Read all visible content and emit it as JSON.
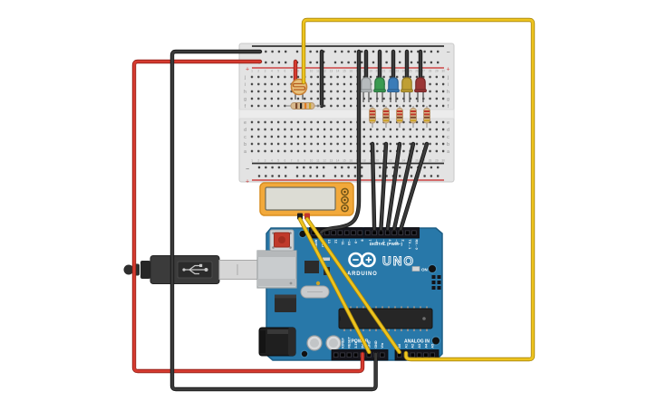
{
  "canvas": {
    "background": "#ffffff",
    "tool": "circuit-canvas"
  },
  "breadboard": {
    "rows_top": [
      "j",
      "i",
      "h",
      "g",
      "f"
    ],
    "rows_bottom": [
      "e",
      "d",
      "c",
      "b",
      "a"
    ],
    "column_count": 30,
    "rail_negative_sign": "−",
    "rail_positive_sign": "+"
  },
  "arduino": {
    "brand": "ARDUINO",
    "model": "UNO",
    "on_label": "ON",
    "digital_label": "DIGITAL (PWM~)",
    "power_label": "POWER",
    "analog_label": "ANALOG IN",
    "digital_pins_left": [
      "AREF",
      "GND",
      "13",
      "12",
      "~11",
      "~10",
      "~9",
      "8"
    ],
    "digital_pins_right": [
      "7",
      "~6",
      "~5",
      "4",
      "~3",
      "2",
      "TX→1",
      "RX←0"
    ],
    "power_pins": [
      "",
      "IOREF",
      "RESET",
      "3.3V",
      "5V",
      "GND",
      "GND",
      "Vin"
    ],
    "analog_pins": [
      "A0",
      "A1",
      "A2",
      "A3",
      "A4",
      "A5"
    ]
  },
  "multimeter": {
    "display": "",
    "mode_buttons": 3
  },
  "photoresistor": {
    "name": "photoresistor"
  },
  "leds": [
    {
      "name": "white",
      "hex": "#b6bbbd",
      "stroke": "#8e9395"
    },
    {
      "name": "green",
      "hex": "#3a9a50",
      "stroke": "#2b7340"
    },
    {
      "name": "blue",
      "hex": "#3a7cb8",
      "stroke": "#2c5f8e"
    },
    {
      "name": "yellow",
      "hex": "#bf9f33",
      "stroke": "#937a24"
    },
    {
      "name": "red",
      "hex": "#9b3636",
      "stroke": "#752828"
    }
  ],
  "led_resistors": {
    "count": 5,
    "bands": [
      "red",
      "red",
      "brown",
      "gold"
    ]
  },
  "divider_resistor": {
    "bands": [
      "brown",
      "black",
      "orange",
      "gold"
    ]
  },
  "usb_cable": {
    "name": "USB cable"
  },
  "wires": [
    {
      "id": "w-led-gnd-1",
      "color": "black",
      "from": "white LED cathode",
      "to": "breadboard − rail"
    },
    {
      "id": "w-led-gnd-2",
      "color": "black",
      "from": "green LED cathode",
      "to": "breadboard − rail"
    },
    {
      "id": "w-led-gnd-3",
      "color": "black",
      "from": "blue LED cathode",
      "to": "breadboard − rail"
    },
    {
      "id": "w-led-gnd-4",
      "color": "black",
      "from": "yellow LED cathode",
      "to": "breadboard − rail"
    },
    {
      "id": "w-led-gnd-5",
      "color": "black",
      "from": "red LED cathode",
      "to": "breadboard − rail"
    },
    {
      "id": "w-ldr-pwr",
      "color": "red",
      "from": "breadboard + rail",
      "to": "photoresistor"
    },
    {
      "id": "w-div-gnd",
      "color": "black",
      "from": "breadboard − rail",
      "to": "divider resistor"
    },
    {
      "id": "w-5v",
      "color": "red",
      "from": "Arduino 5V",
      "to": "breadboard + rail"
    },
    {
      "id": "w-gnd",
      "color": "black",
      "from": "Arduino GND",
      "to": "breadboard − rail"
    },
    {
      "id": "w-rail-gnd",
      "color": "black",
      "from": "breadboard − rail",
      "to": "Arduino GND (digital header)"
    },
    {
      "id": "w-ldr-a1",
      "color": "yellow",
      "from": "photoresistor",
      "to": "Arduino A1"
    },
    {
      "id": "w-probe-neg",
      "color": "yellow",
      "from": "multimeter COM probe",
      "to": "Arduino GND (power header)"
    },
    {
      "id": "w-probe-pos",
      "color": "yellow",
      "from": "multimeter + probe",
      "to": "Arduino A0"
    },
    {
      "id": "w-pin6",
      "color": "black",
      "from": "Arduino pin 6",
      "to": "white LED resistor"
    },
    {
      "id": "w-pin5",
      "color": "black",
      "from": "Arduino pin 5",
      "to": "green LED resistor"
    },
    {
      "id": "w-pin4",
      "color": "black",
      "from": "Arduino pin 4",
      "to": "blue LED resistor"
    },
    {
      "id": "w-pin3",
      "color": "black",
      "from": "Arduino pin 3",
      "to": "yellow LED resistor"
    },
    {
      "id": "w-pin2",
      "color": "black",
      "from": "Arduino pin 2",
      "to": "red LED resistor"
    }
  ],
  "colors": {
    "arduino_board": "#2878a9",
    "arduino_border": "#1d5e85",
    "breadboard": "#e3e3e3",
    "multimeter": "#f2a93b",
    "wire": {
      "red": "#d63b30",
      "black": "#3a3a3a",
      "yellow": "#eec41f"
    },
    "bands": {
      "red": "#c0392b",
      "brown": "#7b4a2d",
      "gold": "#c9a227",
      "black": "#222222",
      "orange": "#e07b20"
    },
    "rail_negative": "#333333",
    "rail_positive": "#cc4444",
    "resistor_body": "#d8b88c"
  }
}
